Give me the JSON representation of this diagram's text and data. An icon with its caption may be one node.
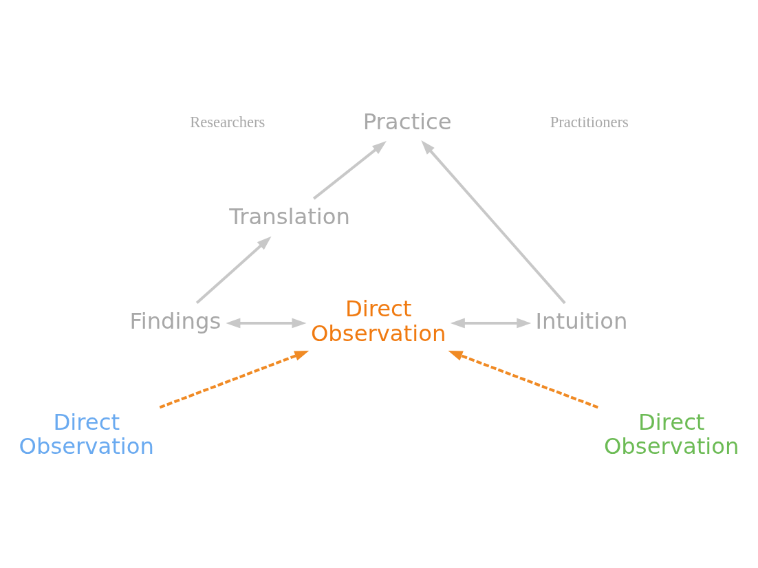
{
  "diagram": {
    "nodes": [
      {
        "text": [
          "Practice"
        ]
      },
      {
        "text": [
          "Translation"
        ]
      },
      {
        "text": [
          "Findings"
        ]
      },
      {
        "text": [
          "Direct Observation"
        ]
      },
      {
        "text": [
          "Intuition"
        ]
      },
      {
        "text": [
          "Direct Observation"
        ]
      },
      {
        "text": [
          "Direct Observation"
        ]
      }
    ],
    "edges": [
      {
        "from": 2,
        "to": 1,
        "arrow": "to"
      },
      {
        "from": 1,
        "to": 0,
        "arrow": "to"
      },
      {
        "from": 4,
        "to": 0,
        "arrow": "to"
      },
      {
        "from": 2,
        "to": 3,
        "arrow": "both"
      },
      {
        "from": 3,
        "to": 4,
        "arrow": "both"
      },
      {
        "from": 5,
        "to": 3,
        "arrow": "to",
        "style": "dashed",
        "color": "#f08a24"
      },
      {
        "from": 6,
        "to": 3,
        "arrow": "to",
        "style": "dashed",
        "color": "#f08a24"
      }
    ],
    "labels": [
      "Researchers",
      "Practitioners"
    ]
  }
}
